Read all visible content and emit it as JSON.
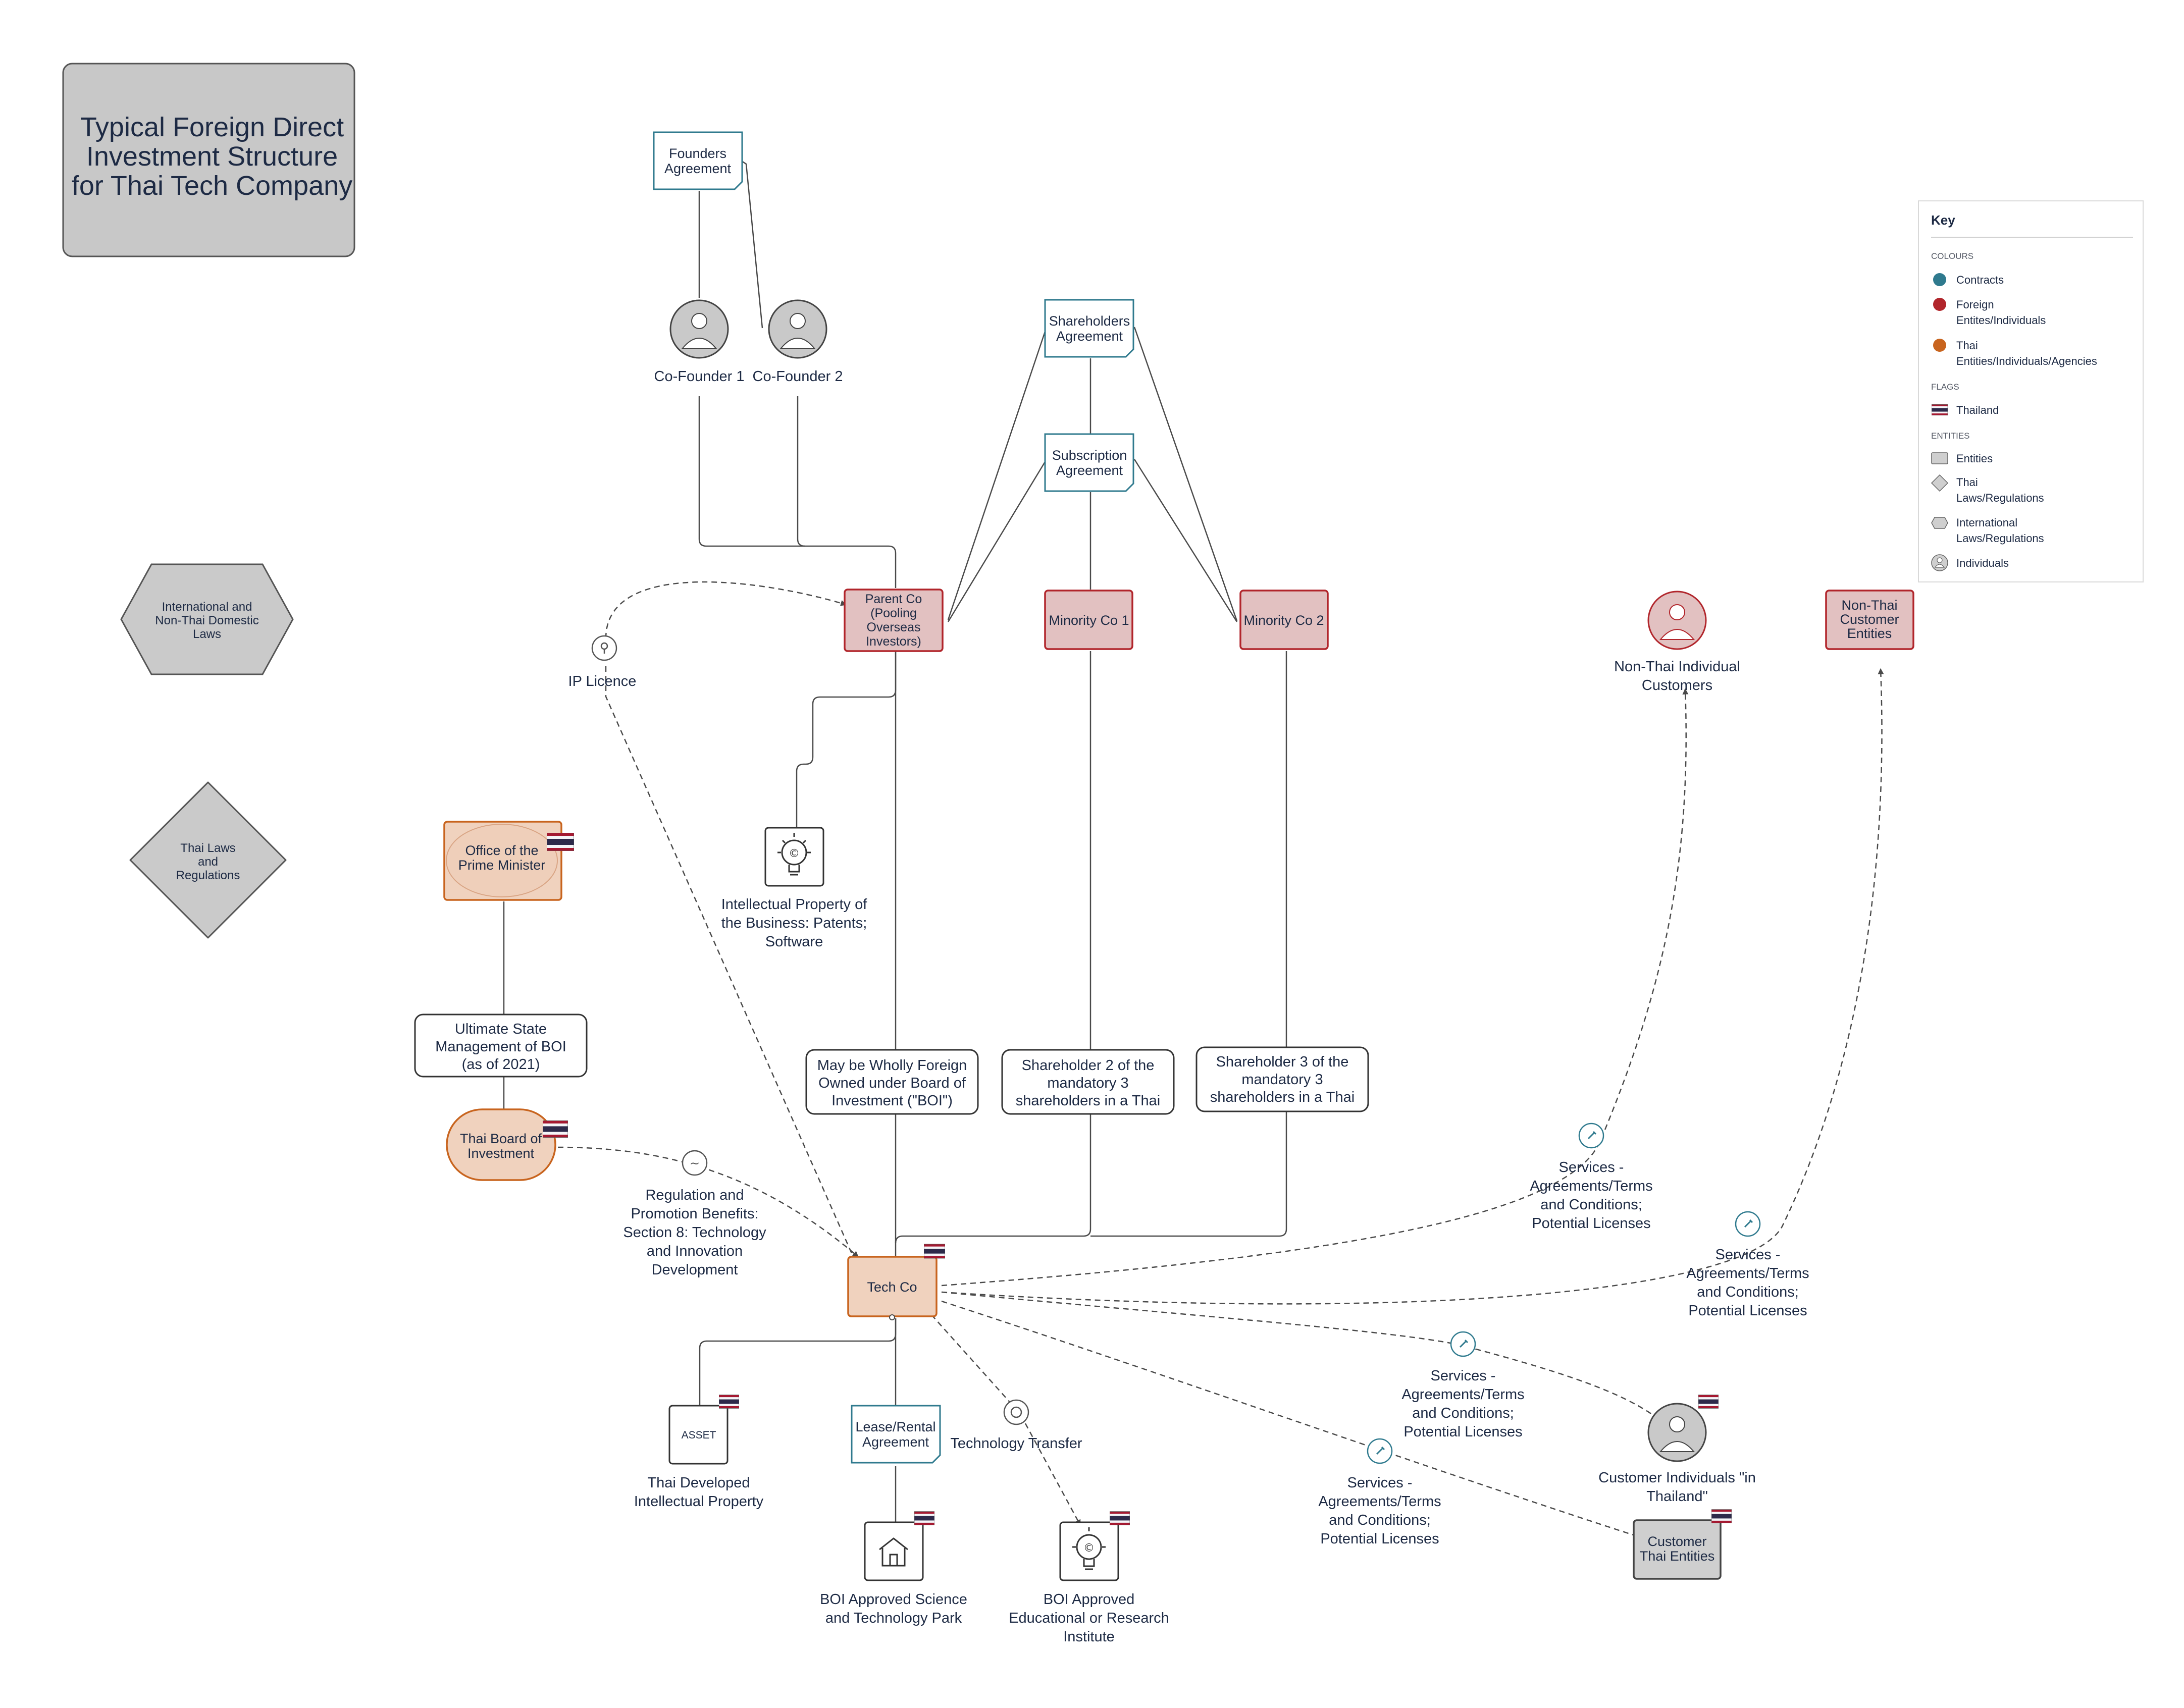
{
  "title": [
    "Typical Foreign Direct",
    "Investment Structure",
    "for Thai Tech Company"
  ],
  "colors": {
    "contract": "#2f7a8e",
    "foreign_fill": "#e2c1c1",
    "foreign_stroke": "#b1252b",
    "thai_fill": "#f0d2be",
    "thai_stroke": "#c8641e",
    "neutral_fill": "#cfcfcf",
    "neutral_stroke": "#555555",
    "line": "#4a4a4a",
    "text": "#1d2a44"
  },
  "nodes": {
    "founders_agreement": [
      "Founders",
      "Agreement"
    ],
    "cofounder1": "Co-Founder 1",
    "cofounder2": "Co-Founder 2",
    "shareholders_agreement": [
      "Shareholders",
      "Agreement"
    ],
    "subscription_agreement": [
      "Subscription",
      "Agreement"
    ],
    "parent_co": [
      "Parent Co",
      "(Pooling",
      "Overseas",
      "Investors)"
    ],
    "minority_co1": "Minority Co 1",
    "minority_co2": "Minority Co 2",
    "intl_laws": [
      "International and",
      "Non-Thai Domestic",
      "Laws"
    ],
    "thai_laws": [
      "Thai Laws",
      "and",
      "Regulations"
    ],
    "office_pm": [
      "Office of the",
      "Prime Minister"
    ],
    "ultimate_state": [
      "Ultimate State",
      "Management of BOI",
      "(as of 2021)"
    ],
    "thai_boi": [
      "Thai Board of",
      "Investment"
    ],
    "ip_business": [
      "Intellectual Property of",
      "the Business: Patents;",
      "Software"
    ],
    "wholly_foreign": [
      "May be Wholly Foreign",
      "Owned under Board of",
      "Investment (\"BOI\")"
    ],
    "shareholder2": [
      "Shareholder 2 of the",
      "mandatory 3",
      "shareholders in a Thai"
    ],
    "shareholder3": [
      "Shareholder 3 of the",
      "mandatory 3",
      "shareholders in a Thai"
    ],
    "tech_co": "Tech Co",
    "asset_label": "ASSET",
    "thai_ip": [
      "Thai Developed",
      "Intellectual Property"
    ],
    "lease_agreement": [
      "Lease/Rental",
      "Agreement"
    ],
    "tech_transfer": "Technology Transfer",
    "science_park": [
      "BOI Approved Science",
      "and Technology Park"
    ],
    "edu_institute": [
      "BOI Approved",
      "Educational or Research",
      "Institute"
    ],
    "non_thai_individuals": [
      "Non-Thai Individual",
      "Customers"
    ],
    "non_thai_entities": [
      "Non-Thai",
      "Customer",
      "Entities"
    ],
    "customer_individuals": [
      "Customer Individuals \"in",
      "Thailand\""
    ],
    "customer_entities": [
      "Customer",
      "Thai Entities"
    ]
  },
  "edge_labels": {
    "ip_licence": "IP Licence",
    "regulation": [
      "Regulation and",
      "Promotion Benefits:",
      "Section 8: Technology",
      "and Innovation",
      "Development"
    ],
    "services": [
      "Services -",
      "Agreements/Terms",
      "and Conditions;",
      "Potential Licenses"
    ]
  },
  "key": {
    "title": "Key",
    "colours_heading": "COLOURS",
    "colours": [
      {
        "label": [
          "Contracts"
        ],
        "color": "#2f7a8e"
      },
      {
        "label": [
          "Foreign",
          "Entites/Individuals"
        ],
        "color": "#b1252b"
      },
      {
        "label": [
          "Thai",
          "Entities/Individuals/Agencies"
        ],
        "color": "#c8641e"
      }
    ],
    "flags_heading": "FLAGS",
    "flags": [
      {
        "label": "Thailand",
        "icon": "thailand-flag-icon"
      }
    ],
    "entities_heading": "ENTITIES",
    "entities": [
      {
        "label": [
          "Entities"
        ],
        "icon": "entity-rect-icon"
      },
      {
        "label": [
          "Thai",
          "Laws/Regulations"
        ],
        "icon": "diamond-icon"
      },
      {
        "label": [
          "International",
          "Laws/Regulations"
        ],
        "icon": "hexagon-icon"
      },
      {
        "label": [
          "Individuals"
        ],
        "icon": "person-icon"
      }
    ]
  }
}
